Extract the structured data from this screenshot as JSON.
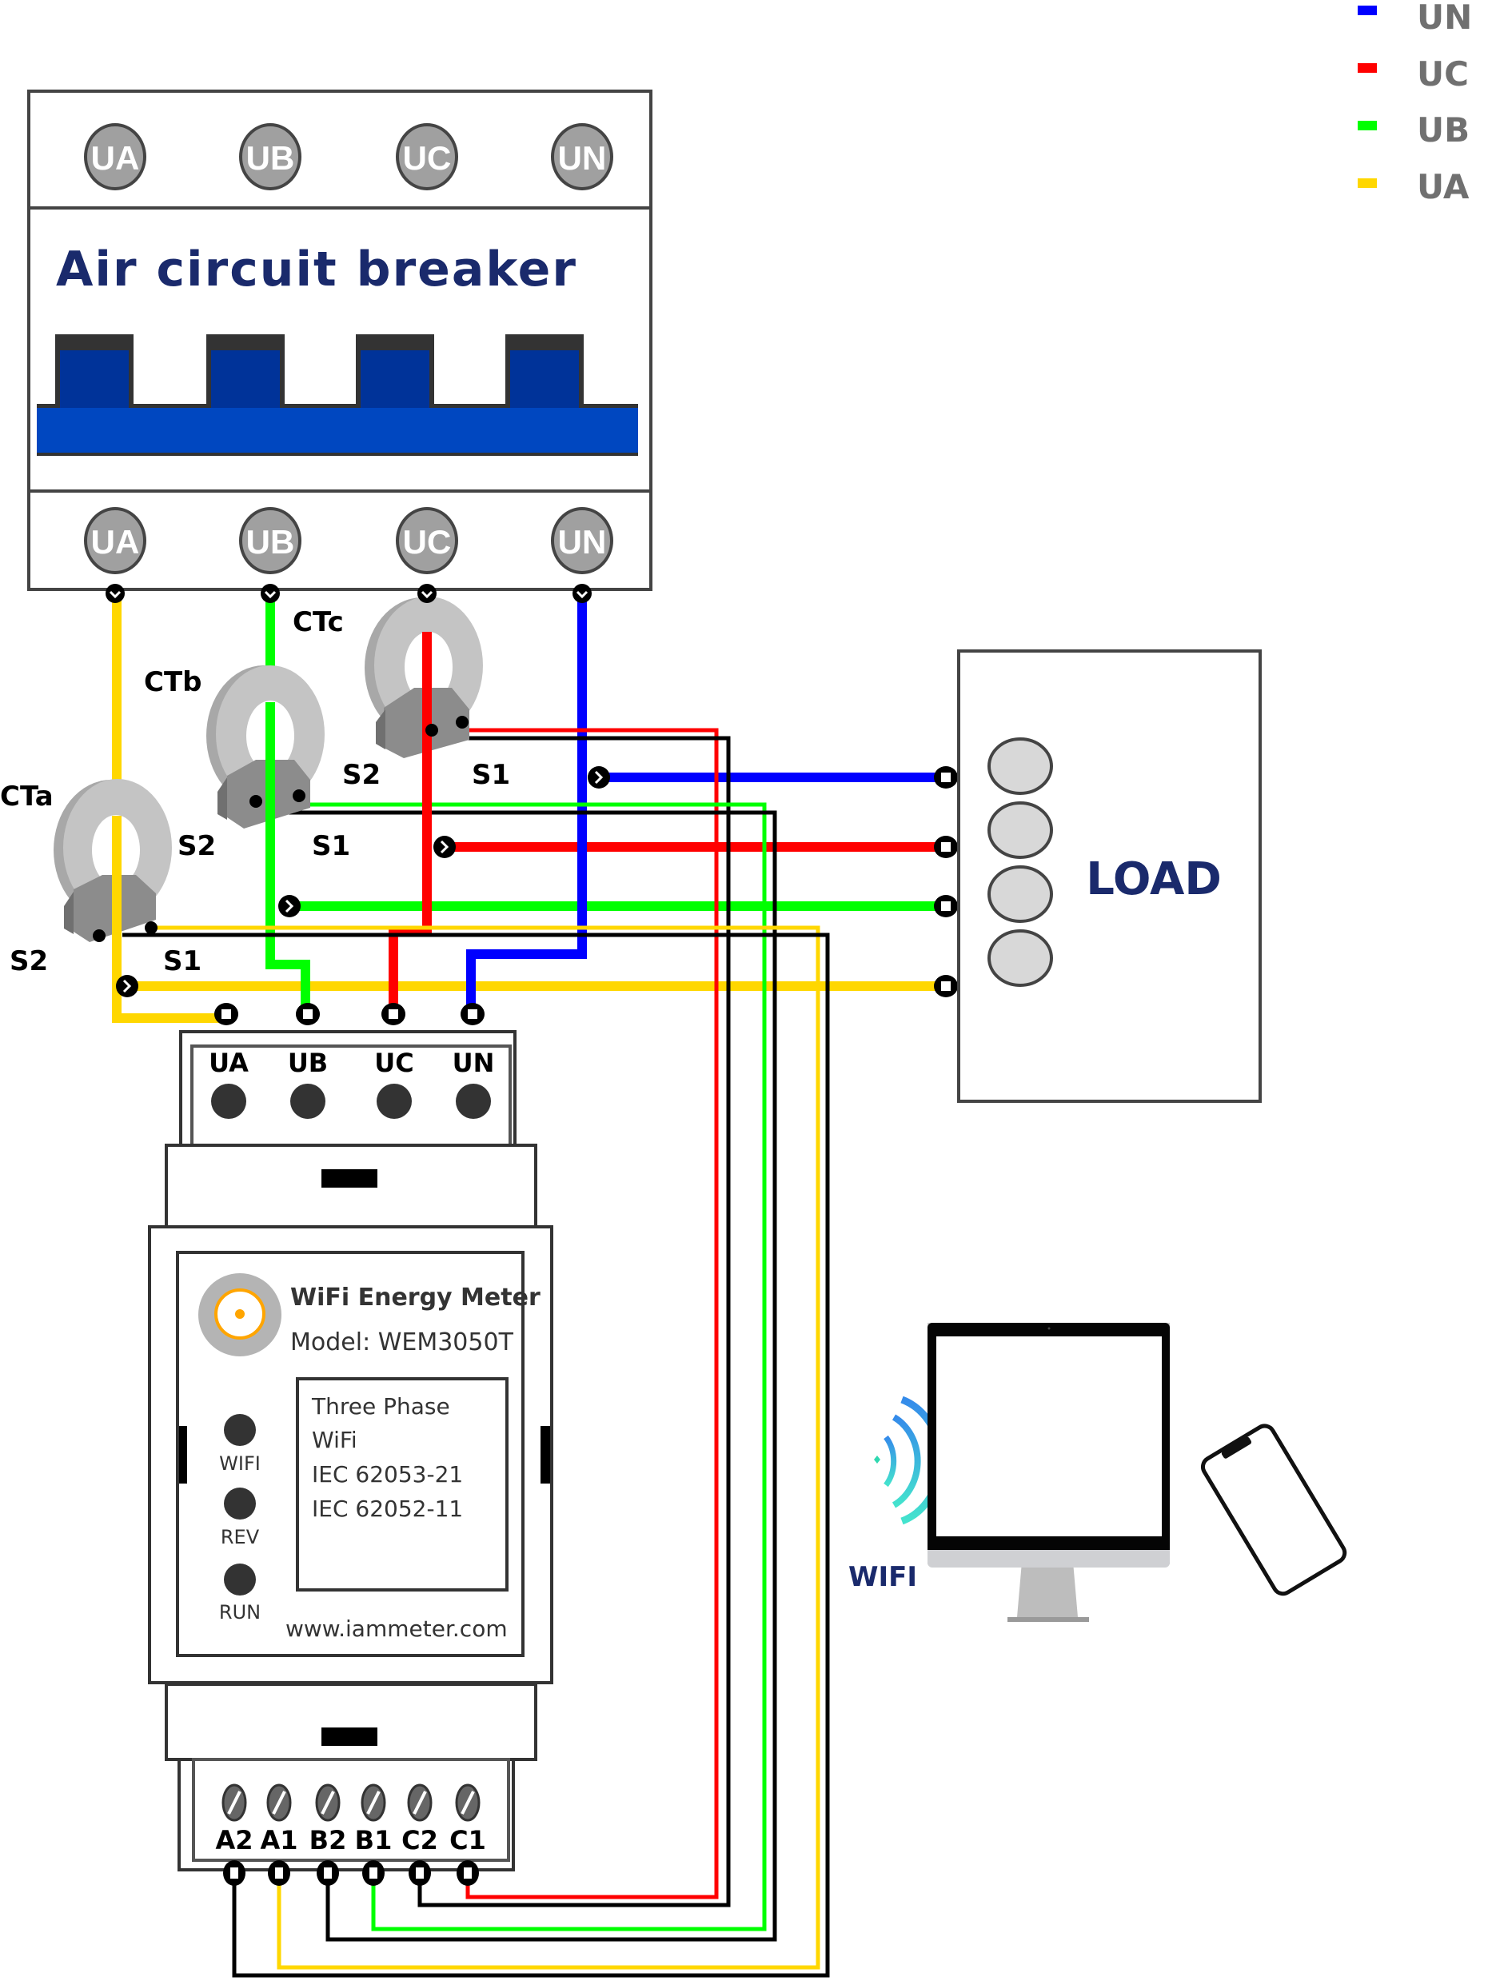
{
  "legend": {
    "items": [
      {
        "label": "UN",
        "color": "#0000ff"
      },
      {
        "label": "UC",
        "color": "#ff0000"
      },
      {
        "label": "UB",
        "color": "#00ff00"
      },
      {
        "label": "UA",
        "color": "#ffd700"
      }
    ]
  },
  "breaker": {
    "title": "Air circuit breaker",
    "top_terminals": [
      "UA",
      "UB",
      "UC",
      "UN"
    ],
    "bottom_terminals": [
      "UA",
      "UB",
      "UC",
      "UN"
    ]
  },
  "cts": [
    {
      "name": "CTa",
      "s2": "S2",
      "s1": "S1"
    },
    {
      "name": "CTb",
      "s2": "S2",
      "s1": "S1"
    },
    {
      "name": "CTc",
      "s2": "S2",
      "s1": "S1"
    }
  ],
  "load": {
    "label": "LOAD"
  },
  "meter": {
    "voltage_terminals": [
      "UA",
      "UB",
      "UC",
      "UN"
    ],
    "title": "WiFi Energy Meter",
    "model": "Model:  WEM3050T",
    "specs": [
      "Three Phase",
      "WiFi",
      "IEC 62053-21",
      "IEC 62052-11"
    ],
    "leds": [
      "WIFI",
      "REV",
      "RUN"
    ],
    "website": "www.iammeter.com",
    "ct_terminals": [
      "A2",
      "A1",
      "B2",
      "B1",
      "C2",
      "C1"
    ]
  },
  "wifi": {
    "label": "WIFI"
  },
  "colors": {
    "ua": "#ffd700",
    "ub": "#00ff00",
    "uc": "#ff0000",
    "un": "#0000ff",
    "navy": "#1a2a6c",
    "breaker_blue": "#0047c0",
    "breaker_dark_blue": "#003399"
  }
}
